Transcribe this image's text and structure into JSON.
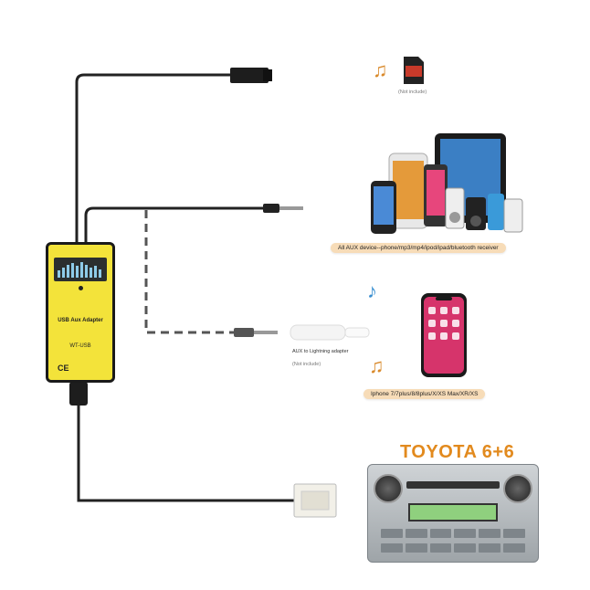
{
  "adapter": {
    "name": "USB Aux Adapter",
    "model": "WT-USB",
    "cert": "CE"
  },
  "labels": {
    "aux_devices": "All AUX device--phone/mp3/mp4/ipod/ipad/bluetooth receiver",
    "lightning_adapter": "AUX to Lightning adapter",
    "not_include_adapter": "(Not include)",
    "not_include_sd": "(Not include)",
    "iphone_models": "Iphone 7/7plus/8/8plus/X/XS Max/XR/XS"
  },
  "car": {
    "title": "TOYOTA 6+6"
  },
  "colors": {
    "adapter_body": "#f3e33a",
    "label_pill": "#f7dcb8",
    "title_orange": "#e28a1e"
  }
}
